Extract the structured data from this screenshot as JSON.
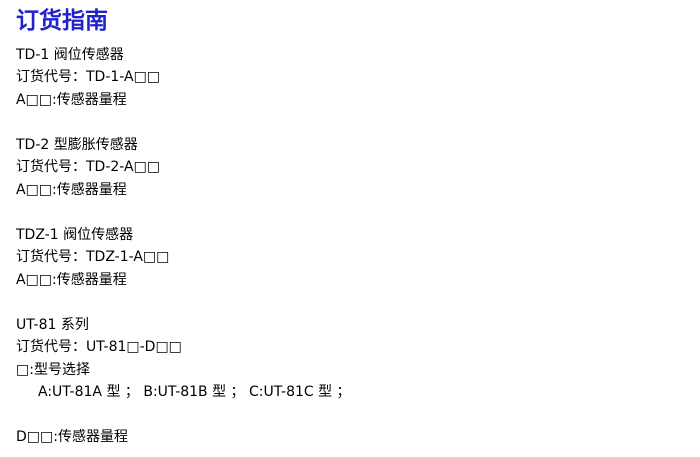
{
  "title": "订货指南",
  "colors": {
    "title": "#2222cc",
    "text": "#000000",
    "background": "#ffffff"
  },
  "sections": [
    {
      "heading": "TD-1 阀位传感器",
      "order_code": "订货代号：TD-1-A□□",
      "note": "A□□:传感器量程"
    },
    {
      "heading": "TD-2 型膨胀传感器",
      "order_code": "订货代号：TD-2-A□□",
      "note": "A□□:传感器量程"
    },
    {
      "heading": "TDZ-1 阀位传感器",
      "order_code": "订货代号：TDZ-1-A□□",
      "note": "A□□:传感器量程"
    },
    {
      "heading": "UT-81 系列",
      "order_code": "订货代号：UT-81□-D□□",
      "note": "□:型号选择",
      "options": "A:UT-81A 型 ； B:UT-81B 型 ； C:UT-81C 型 ；",
      "note2": "D□□:传感器量程"
    }
  ]
}
